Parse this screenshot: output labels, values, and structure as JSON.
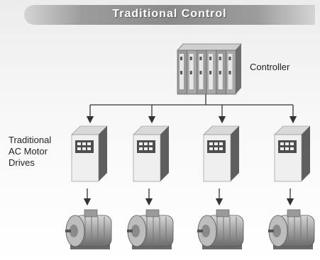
{
  "title": "Traditional Control",
  "controller_label": "Controller",
  "drives_label": [
    "Traditional",
    "AC Motor",
    "Drives"
  ],
  "drive_count": 4,
  "colors": {
    "line": "#333333",
    "drive_front": "#efefef",
    "drive_side": "#5e5e5e",
    "motor_body": "#a8a8a8",
    "controller": "#9a9a9a"
  }
}
